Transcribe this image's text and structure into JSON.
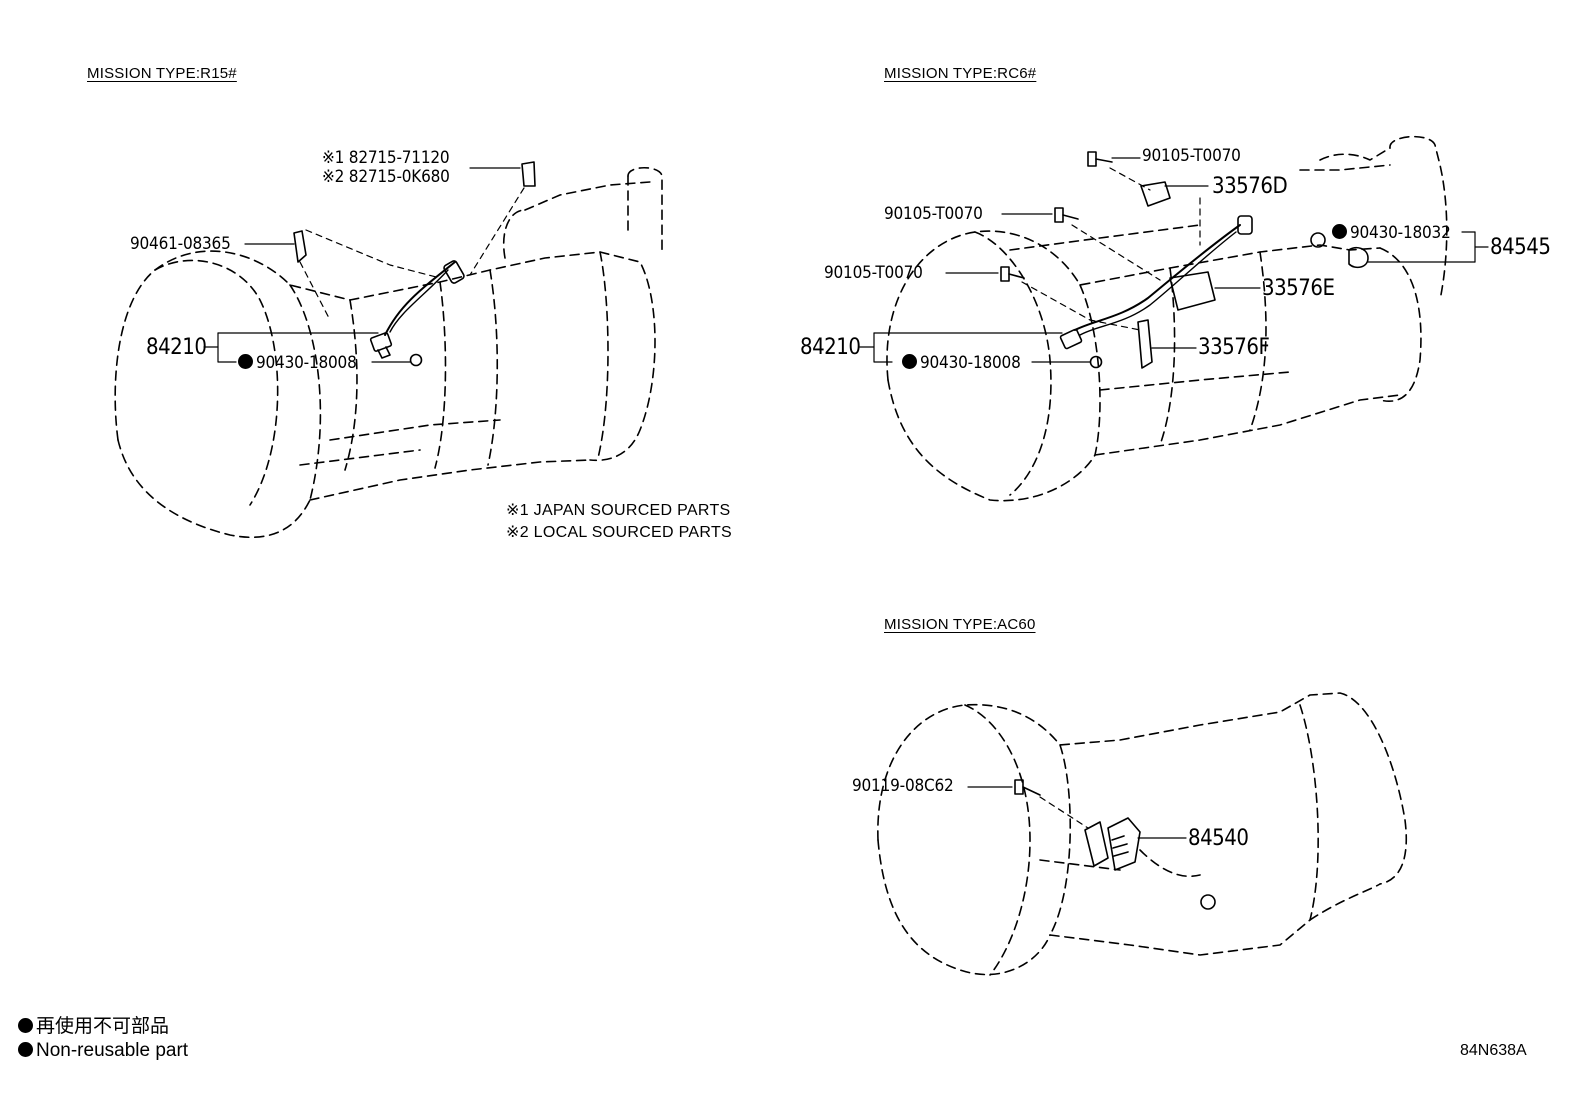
{
  "sections": {
    "r15": {
      "title": "MISSION TYPE:R15#",
      "parts": {
        "clip_jp": "※1 82715-71120",
        "clip_local": "※2 82715-0K680",
        "clip": "90461-08365",
        "sensor": "84210",
        "gasket": "90430-18008"
      },
      "notes": [
        "※1 JAPAN SOURCED PARTS",
        "※2 LOCAL SOURCED PARTS"
      ]
    },
    "rc6": {
      "title": "MISSION TYPE:RC6#",
      "parts": {
        "bolt_top": "90105-T0070",
        "bracket_d": "33576D",
        "bolt_mid": "90105-T0070",
        "bolt_low": "90105-T0070",
        "gasket_right": "90430-18032",
        "switch": "84545",
        "bracket_e": "33576E",
        "bracket_f": "33576F",
        "sensor": "84210",
        "gasket": "90430-18008"
      }
    },
    "ac60": {
      "title": "MISSION TYPE:AC60",
      "parts": {
        "bolt": "90119-08C62",
        "switch": "84540"
      }
    }
  },
  "legend": {
    "japanese": "再使用不可部品",
    "english": "Non-reusable part"
  },
  "diagram_code": "84N638A"
}
